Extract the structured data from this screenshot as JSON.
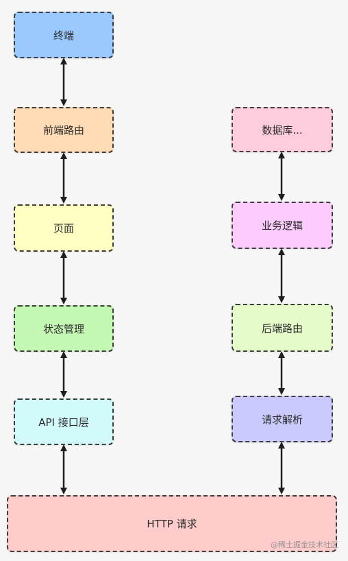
{
  "nodes": {
    "terminal": {
      "label": "终端",
      "color": "#99c9ff"
    },
    "frontend_router": {
      "label": "前端路由",
      "color": "#ffdcb5"
    },
    "page": {
      "label": "页面",
      "color": "#ffffc4"
    },
    "state_management": {
      "label": "状态管理",
      "color": "#c5f7b5"
    },
    "api_layer": {
      "label": "API 接口层",
      "color": "#d2fafa"
    },
    "database": {
      "label": "数据库...",
      "color": "#ffccdd"
    },
    "business_logic": {
      "label": "业务逻辑",
      "color": "#fdccfd"
    },
    "backend_router": {
      "label": "后端路由",
      "color": "#e5fcca"
    },
    "request_parsing": {
      "label": "请求解析",
      "color": "#cbcaff"
    },
    "http_request": {
      "label": "HTTP 请求",
      "color": "#ffcccc"
    }
  },
  "watermark": "@稀土掘金技术社区"
}
